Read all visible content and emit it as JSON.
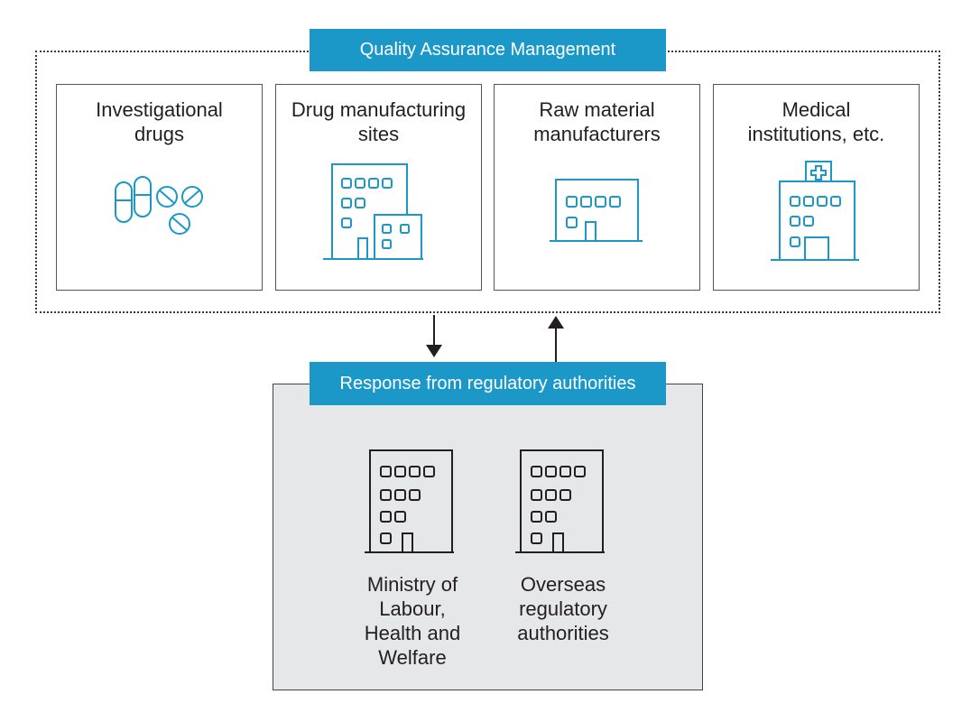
{
  "qa_section": {
    "title": "Quality Assurance Management",
    "cards": [
      {
        "label": "Investigational\ndrugs",
        "icon": "pills-icon"
      },
      {
        "label": "Drug manufacturing\nsites",
        "icon": "factory-buildings-icon"
      },
      {
        "label": "Raw material\nmanufacturers",
        "icon": "low-building-icon"
      },
      {
        "label": "Medical\ninstitutions, etc.",
        "icon": "hospital-icon"
      }
    ]
  },
  "regulatory_section": {
    "title": "Response from regulatory authorities",
    "authorities": [
      {
        "label": "Ministry of\nLabour,\nHealth and\nWelfare",
        "icon": "office-building-icon"
      },
      {
        "label": "Overseas\nregulatory\nauthorities",
        "icon": "office-building-icon"
      }
    ]
  },
  "colors": {
    "accent": "#1b98c8",
    "icon_stroke": "#1b98c8",
    "panel_gray": "#e6e7e8",
    "text": "#231f20"
  }
}
